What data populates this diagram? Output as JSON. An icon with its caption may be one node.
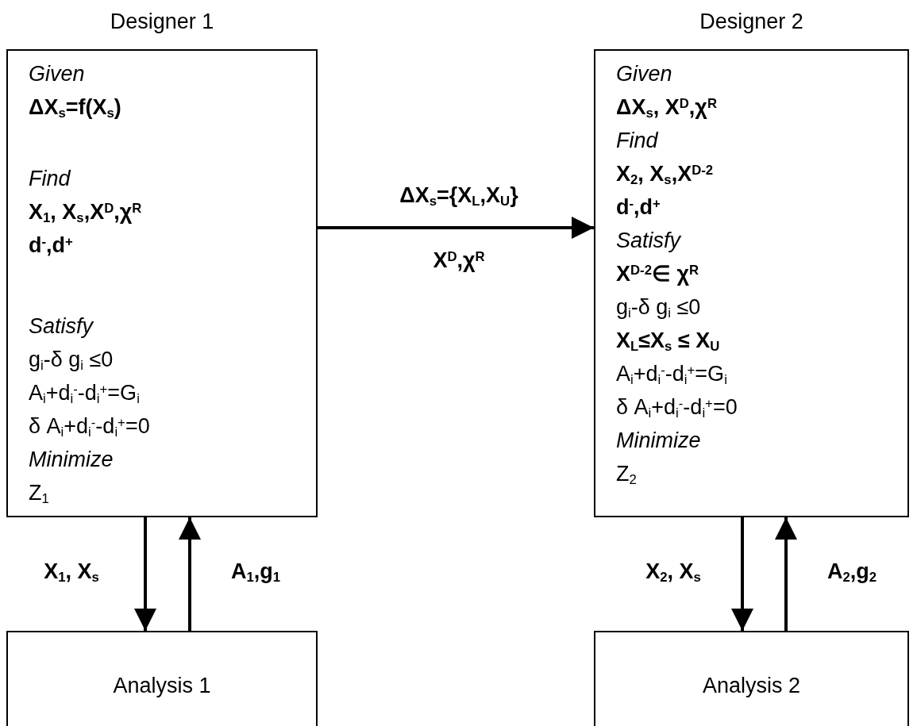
{
  "diagram": {
    "nodes": [
      {
        "text": [
          "Designer 1",
          "Given",
          "ΔX$_{s}$=f(**X**$_{s}$)",
          "Find",
          "X$_{1}$, X$_{s}$,X$^{D}$,χ$^{R}$",
          "d$^{-}$,d$^{+}$",
          "Satisfy",
          "g$_{i}$-δ g$_{i}$ ≤0",
          "A$_{i}$+d$_{i}$$^{-}$-d$_{i}$$^{+}$=G$_{i}$",
          "δ A$_{i}$+d$_{i}$$^{-}$-d$_{i}$$^{+}$=0",
          "Minimize",
          "Z$_{1}$"
        ]
      },
      {
        "text": [
          "Analysis 1"
        ]
      },
      {
        "text": [
          "Designer 2",
          "Given",
          "ΔX$_{s}$, X$^{D}$,χ$^{R}$",
          "Find",
          "X$_{2}$, X$_{s}$,X$^{D-2}$",
          "d$^{-}$,d$^{+}$",
          "Satisfy",
          "X$^{D-2}$∈ χ$^{R}$",
          "g$_{i}$-δ g$_{i}$ ≤0",
          "X$_{L}$≤X$_{s}$ ≤ X$_{U}$",
          "A$_{i}$+d$_{i}$$^{-}$-d$_{i}$$^{+}$=G$_{i}$",
          "δ A$_{i}$+d$_{i}$$^{-}$-d$_{i}$$^{+}$=0",
          "Minimize",
          "Z$_{2}$"
        ]
      },
      {
        "text": [
          "Analysis 2"
        ]
      }
    ],
    "edges": [
      {
        "from": 0,
        "to": 1,
        "arrow": "to",
        "label": "X$_{1}$, X$_{s}$"
      },
      {
        "from": 1,
        "to": 0,
        "arrow": "to",
        "label": "A$_{1}$,g$_{1}$"
      },
      {
        "from": 0,
        "to": 2,
        "arrow": "to",
        "label": "ΔX$_{s}$={X$_{L}$,X$_{U}$}"
      },
      {
        "from": 2,
        "to": 3,
        "arrow": "to",
        "label": "X$_{2}$, X$_{s}$"
      },
      {
        "from": 3,
        "to": 2,
        "arrow": "to",
        "label": "A$_{2}$,g$_{2}$"
      }
    ],
    "labels": [
      "X$^{D}$,χ$^{R}$"
    ]
  }
}
